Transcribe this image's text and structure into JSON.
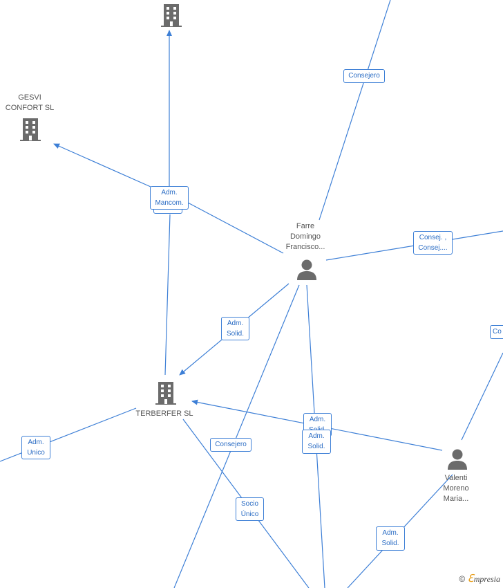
{
  "colors": {
    "edge": "#3d7fd6",
    "label_text": "#2a6cc4",
    "icon": "#6b6b6b",
    "node_text": "#555555"
  },
  "nodes": {
    "top_company": {
      "label": ""
    },
    "gesvi": {
      "label": "GESVI\nCONFORT  SL"
    },
    "terberfer": {
      "label": "TERBERFER SL"
    },
    "farre": {
      "label": "Farre\nDomingo\nFrancisco..."
    },
    "valenti": {
      "label": "Valenti\nMoreno\nMaria..."
    }
  },
  "edges": {
    "consejero_top": "Consejero",
    "adm_mancom": "Adm.\nMancom.",
    "consej_consej": "Consej. ,\nConsej....",
    "adm_solid_1": "Adm.\nSolid.",
    "adm_unico": "Adm.\nUnico",
    "consejero_mid": "Consejero",
    "adm_solid_2": "Adm.\nSolid.",
    "adm_solid_3": "Adm.\nSolid.",
    "socio_unico": "Socio\nÚnico",
    "adm_solid_4": "Adm.\nSolid.",
    "co_right": "Co"
  },
  "brand": {
    "copyright": "©",
    "e": "ℇ",
    "rest": "mpresia"
  }
}
